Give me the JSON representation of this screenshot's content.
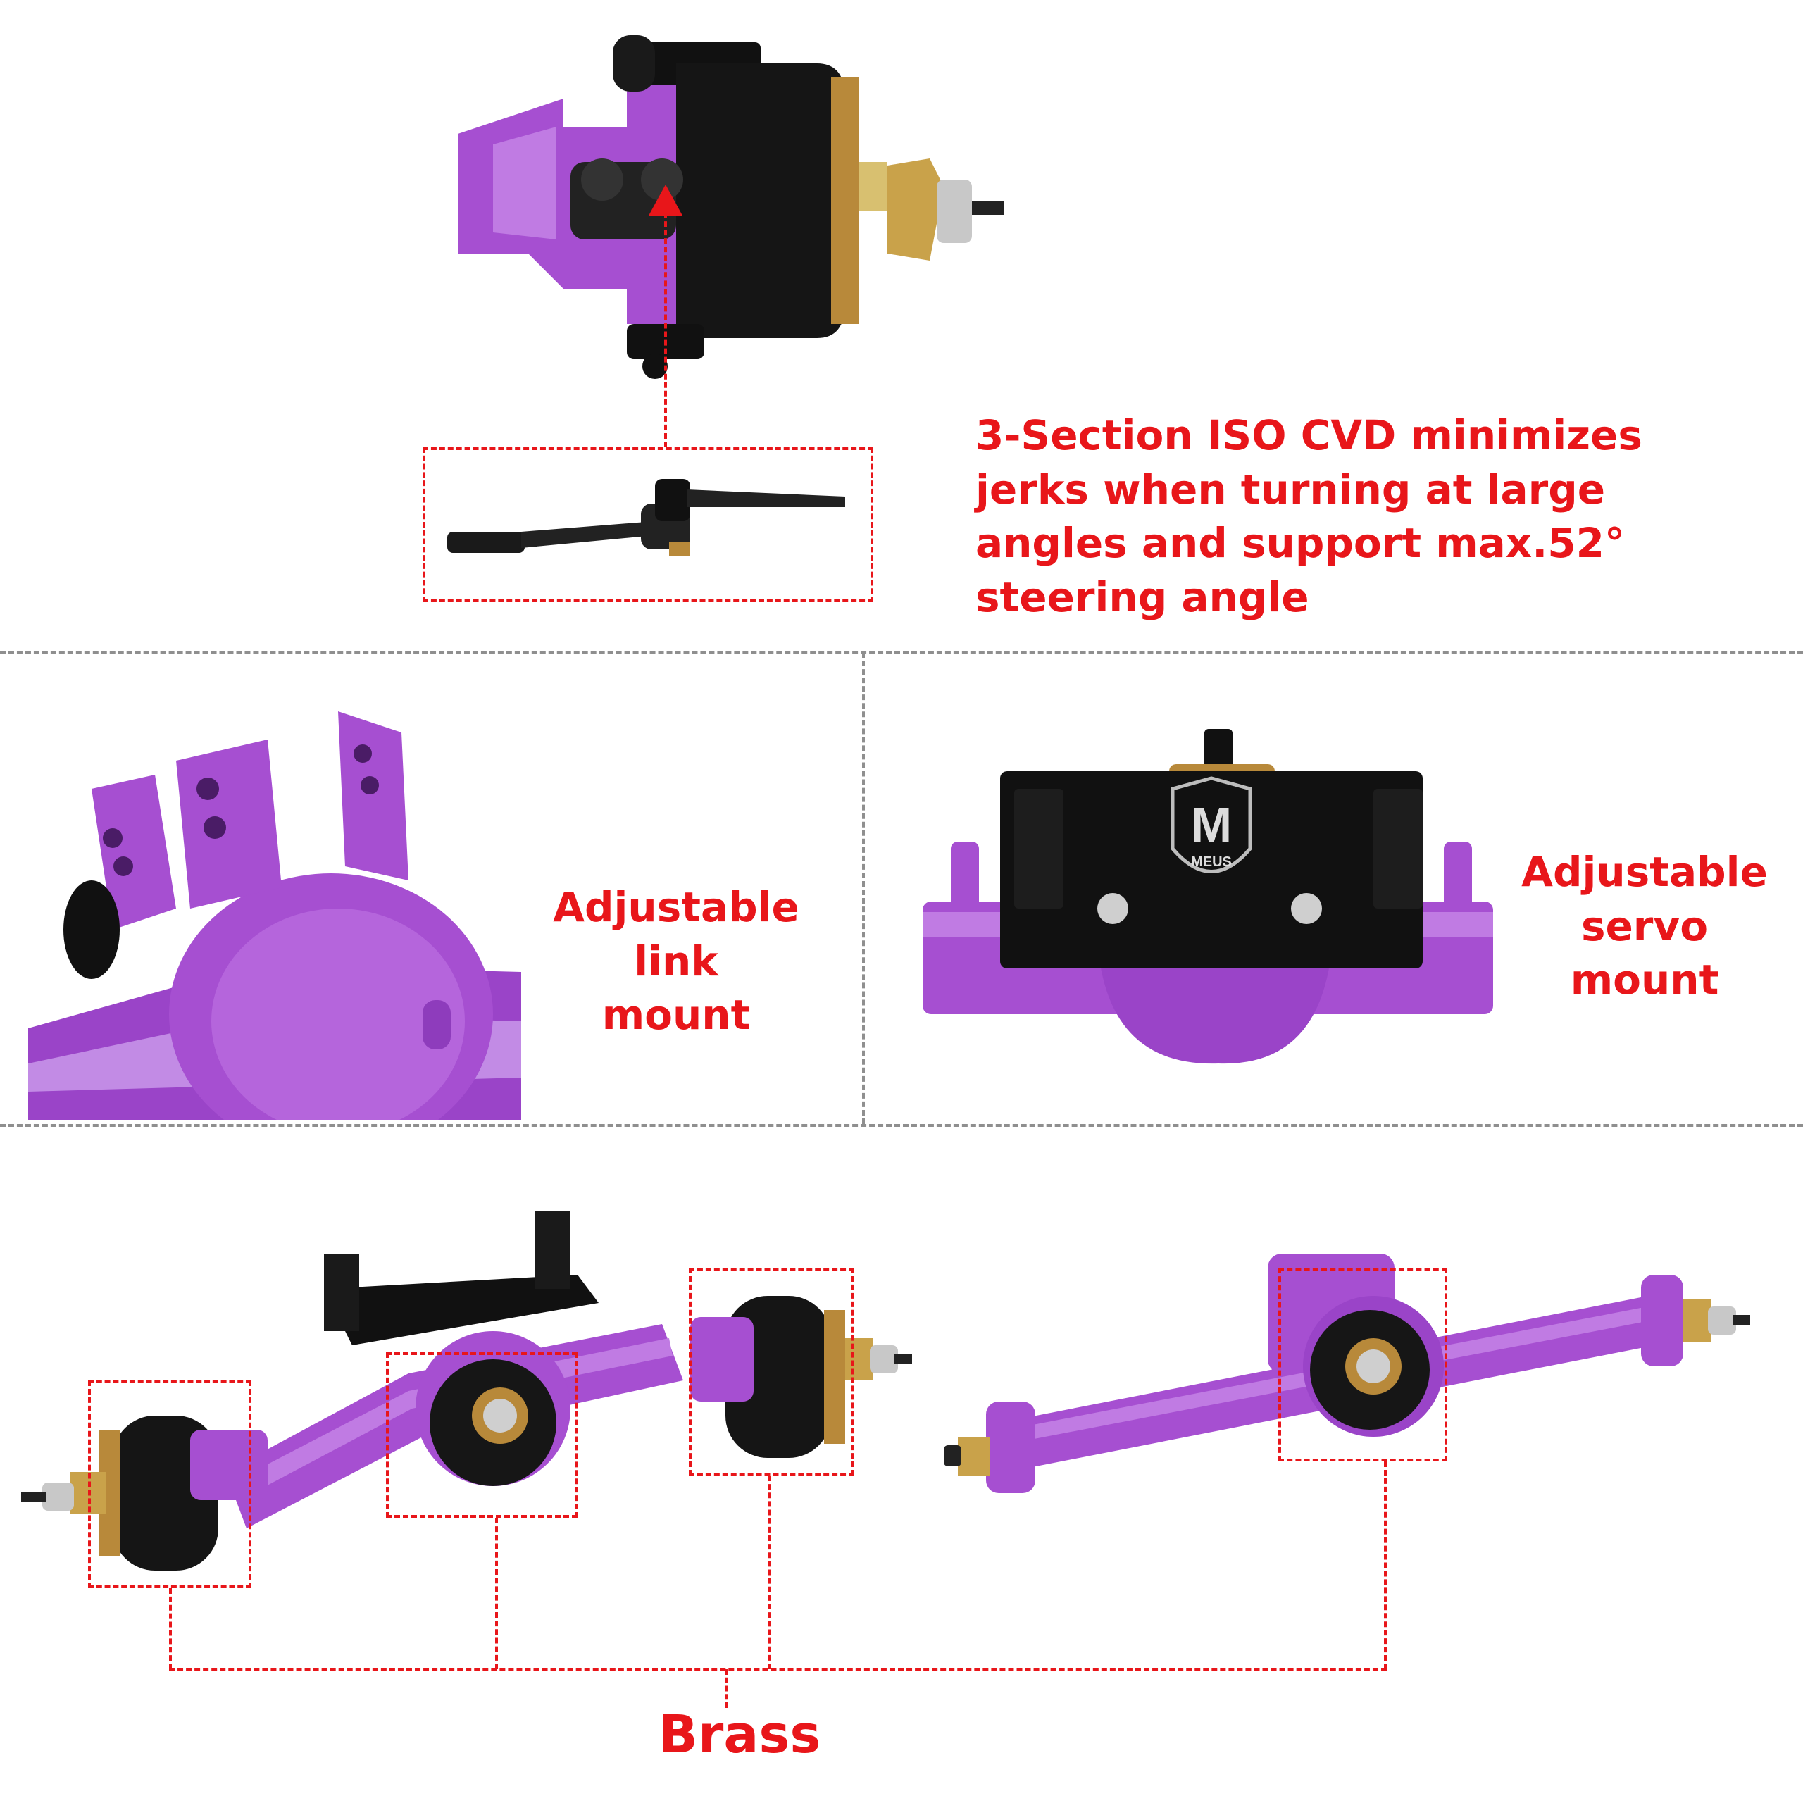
{
  "captions": {
    "cvd_lines": [
      "3-Section ISO CVD minimizes",
      "jerks when turning at large",
      "angles and support max.52°",
      "steering angle"
    ],
    "link_mount_lines": [
      "Adjustable link",
      "mount"
    ],
    "servo_mount_lines": [
      "Adjustable",
      "servo  mount"
    ],
    "brass": "Brass"
  },
  "logo": {
    "letter": "M",
    "text": "MEUS"
  },
  "colors": {
    "accent_red": "#e8161a",
    "purple": "#a64fd1",
    "black": "#111111",
    "brass": "#c9a24a",
    "divider_gray": "#8f8f8f"
  }
}
